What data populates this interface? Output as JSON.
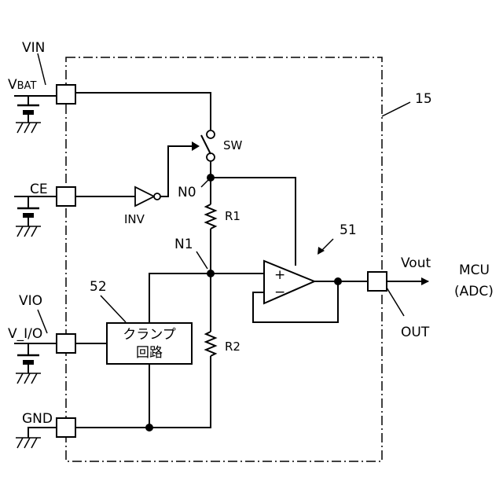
{
  "labels": {
    "vin": "VIN",
    "vbat_main": "V",
    "vbat_sub": "BAT",
    "ce": "CE",
    "vio": "VIO",
    "v_io": "V_I/O",
    "gnd": "GND",
    "sw": "SW",
    "inv": "INV",
    "n0": "N0",
    "n1": "N1",
    "r1": "R1",
    "r2": "R2",
    "opamp_ref": "51",
    "opamp_plus": "+",
    "opamp_minus": "−",
    "clamp_ref": "52",
    "clamp_line1": "クランプ",
    "clamp_line2": "回路",
    "block_ref": "15",
    "vout": "Vout",
    "out": "OUT",
    "mcu": "MCU",
    "adc": "(ADC)"
  }
}
